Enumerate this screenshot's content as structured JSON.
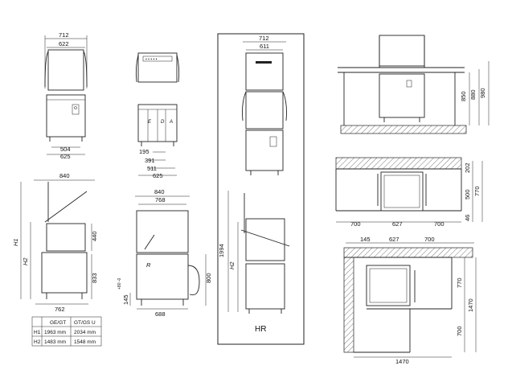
{
  "dimensions": {
    "w712a": "712",
    "w622": "622",
    "w504": "504",
    "w625a": "625",
    "lblE": "E",
    "lblD": "D",
    "lblA": "A",
    "d195": "195",
    "d391": "391",
    "d511": "511",
    "d625b": "625",
    "w712b": "712",
    "w611": "611",
    "h850": "850",
    "h880": "880",
    "h980": "980",
    "w840a": "840",
    "h440": "440",
    "h833": "833",
    "w762": "762",
    "lblH1": "H1",
    "lblH2a": "H2",
    "w840b": "840",
    "w768": "768",
    "lblR": "R",
    "h800": "800",
    "h145": "145",
    "h80": "+80\n-0",
    "w688": "688",
    "h1994": "1994",
    "lblH2b": "H2",
    "lblHR": "HR",
    "h202": "202",
    "h500": "500",
    "h770a": "770",
    "h46": "46",
    "w700a": "700",
    "w627a": "627",
    "w700b": "700",
    "w145": "145",
    "w627b": "627",
    "w700c": "700",
    "h770b": "770",
    "h1470": "1470",
    "h700": "700",
    "w1470": "1470"
  },
  "table": {
    "headers": [
      "",
      "GE/GT",
      "GT/GS U"
    ],
    "rows": [
      [
        "H1",
        "1963 mm",
        "2034 mm"
      ],
      [
        "H2",
        "1483 mm",
        "1548 mm"
      ]
    ]
  }
}
